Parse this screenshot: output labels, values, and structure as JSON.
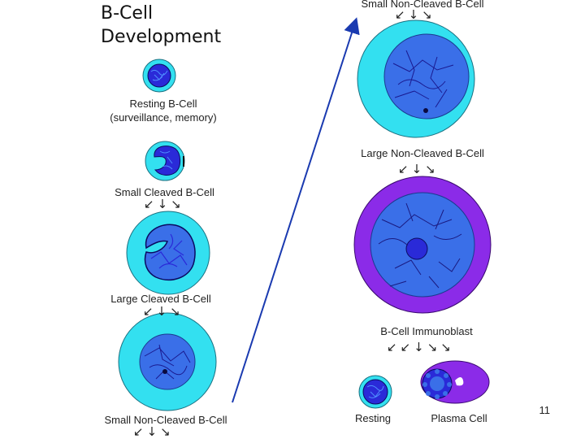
{
  "title": {
    "line1": "B-Cell",
    "line2": "Development"
  },
  "labels": {
    "resting_bcell": "Resting B-Cell",
    "resting_bcell_sub": "(surveillance, memory)",
    "small_cleaved": "Small Cleaved B-Cell",
    "large_cleaved": "Large Cleaved B-Cell",
    "small_noncleaved_left": "Small Non-Cleaved B-Cell",
    "small_noncleaved_top": "Small Non-Cleaved B-Cell",
    "large_noncleaved": "Large Non-Cleaved B-Cell",
    "immunoblast": "B-Cell Immunoblast",
    "resting": "Resting",
    "plasma_cell": "Plasma Cell"
  },
  "arrow_glyphs": {
    "three": "↙↓↘",
    "five": "↙↙↓↘↘"
  },
  "page_number": "11",
  "colors": {
    "cytoplasm_cyan": "#33e0f0",
    "nucleus_blue": "#3a6fe8",
    "nucleus_dark": "#2a2ad8",
    "immunoblast_purple": "#8b2be8",
    "progression_arrow": "#1a3ab0"
  }
}
